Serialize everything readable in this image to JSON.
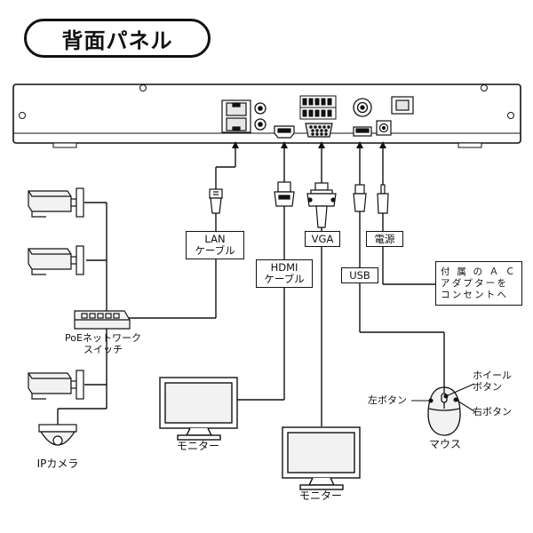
{
  "title": "背面パネル",
  "cables": {
    "lan": [
      "LAN",
      "ケーブル"
    ],
    "hdmi": [
      "HDMI",
      "ケーブル"
    ],
    "vga": "VGA",
    "power": "電源",
    "usb": "USB"
  },
  "ac_note": [
    "付 属 の Ａ Ｃ",
    "アダプターを",
    "コンセントへ"
  ],
  "devices": {
    "poe_switch": [
      "PoEネットワーク",
      "スイッチ"
    ],
    "ip_camera": "IPカメラ",
    "monitor_hdmi": "モニター",
    "monitor_vga": "モニター",
    "mouse": "マウス"
  },
  "mouse_parts": {
    "left_button": "左ボタン",
    "wheel_button": [
      "ホイール",
      "ボタン"
    ],
    "right_button": "右ボタン"
  },
  "port_icons": [
    "lan-port",
    "audio-in-jack",
    "audio-out-jack",
    "hdmi-port",
    "vga-port",
    "alarm-terminal",
    "video-out-jack",
    "usb-port",
    "dc-in-jack",
    "power-switch"
  ],
  "colors": {
    "line": "#111111",
    "panel": "#ffffff",
    "port_fill": "#e6e6e6"
  }
}
